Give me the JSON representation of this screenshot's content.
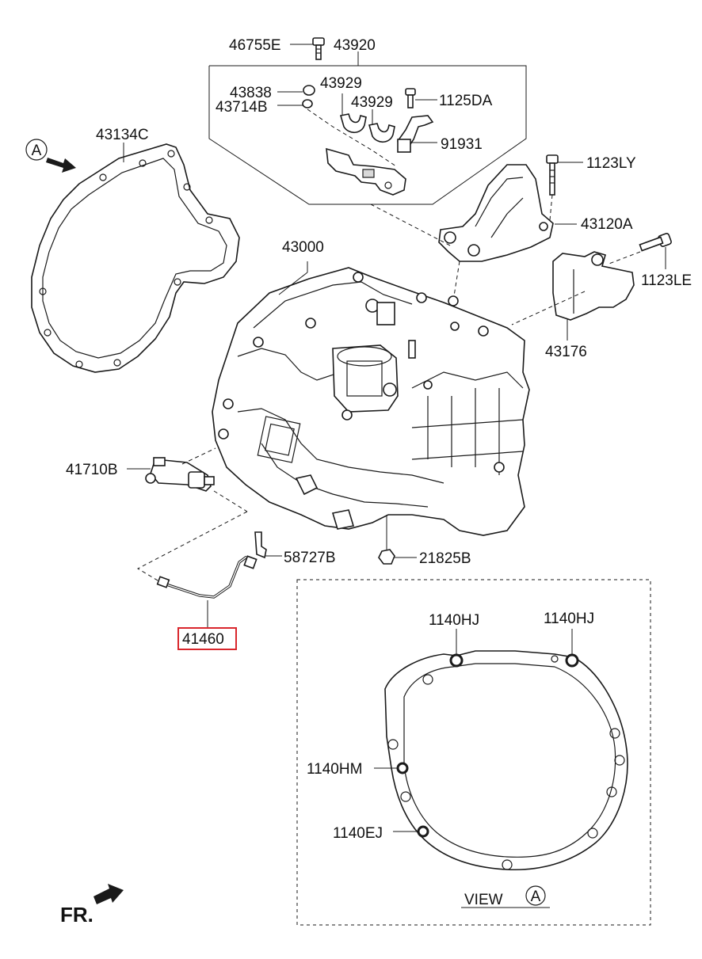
{
  "labels": {
    "l46755E": "46755E",
    "l43920": "43920",
    "l43838": "43838",
    "l43714B": "43714B",
    "l43929a": "43929",
    "l43929b": "43929",
    "l1125DA": "1125DA",
    "l91931": "91931",
    "l43134C": "43134C",
    "l1123LY": "1123LY",
    "l43120A": "43120A",
    "l43000": "43000",
    "l1123LE": "1123LE",
    "l43176": "43176",
    "l41710B": "41710B",
    "l58727B": "58727B",
    "l21825B": "21825B",
    "l41460": "41460",
    "l1140HJa": "1140HJ",
    "l1140HJb": "1140HJ",
    "l1140HM": "1140HM",
    "l1140EJ": "1140EJ"
  },
  "view_marker": {
    "letter": "A",
    "caption": "VIEW",
    "caption_letter": "A"
  },
  "front_indicator": "FR.",
  "highlight_color": "#d9262c"
}
